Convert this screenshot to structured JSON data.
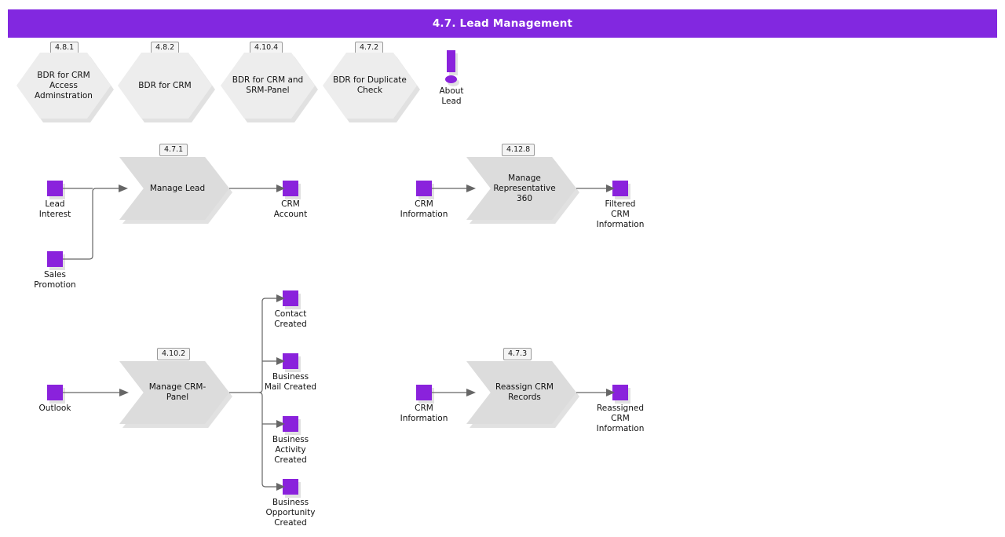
{
  "header": {
    "title": "4.7. Lead Management",
    "background_color": "#8228e0",
    "text_color": "#ffffff"
  },
  "palette": {
    "accent_purple": "#8a22dc",
    "process_fill": "#dcdcdc",
    "reference_fill": "#ededed",
    "badge_fill": "#f4f4f4",
    "connector": "#666666"
  },
  "references": [
    {
      "badge": "4.8.1",
      "label": "BDR for CRM\nAccess\nAdminstration"
    },
    {
      "badge": "4.8.2",
      "label": "BDR for CRM"
    },
    {
      "badge": "4.10.4",
      "label": "BDR for CRM and\nSRM-Panel"
    },
    {
      "badge": "4.7.2",
      "label": "BDR for Duplicate\nCheck"
    }
  ],
  "annotation": {
    "icon": "exclamation-icon",
    "label": "About\nLead"
  },
  "flows": [
    {
      "id": "manage-lead",
      "badge": "4.7.1",
      "process_label": "Manage Lead",
      "inputs": [
        {
          "label": "Lead\nInterest"
        },
        {
          "label": "Sales\nPromotion"
        }
      ],
      "outputs": [
        {
          "label": "CRM\nAccount"
        }
      ]
    },
    {
      "id": "manage-representative-360",
      "badge": "4.12.8",
      "process_label": "Manage\nRepresentative\n360",
      "inputs": [
        {
          "label": "CRM\nInformation"
        }
      ],
      "outputs": [
        {
          "label": "Filtered\nCRM\nInformation"
        }
      ]
    },
    {
      "id": "manage-crm-panel",
      "badge": "4.10.2",
      "process_label": "Manage CRM-\nPanel",
      "inputs": [
        {
          "label": "Outlook"
        }
      ],
      "outputs": [
        {
          "label": "Contact\nCreated"
        },
        {
          "label": "Business\nMail Created"
        },
        {
          "label": "Business\nActivity\nCreated"
        },
        {
          "label": "Business\nOpportunity\nCreated"
        }
      ]
    },
    {
      "id": "reassign-crm-records",
      "badge": "4.7.3",
      "process_label": "Reassign CRM\nRecords",
      "inputs": [
        {
          "label": "CRM\nInformation"
        }
      ],
      "outputs": [
        {
          "label": "Reassigned\nCRM\nInformation"
        }
      ]
    }
  ]
}
